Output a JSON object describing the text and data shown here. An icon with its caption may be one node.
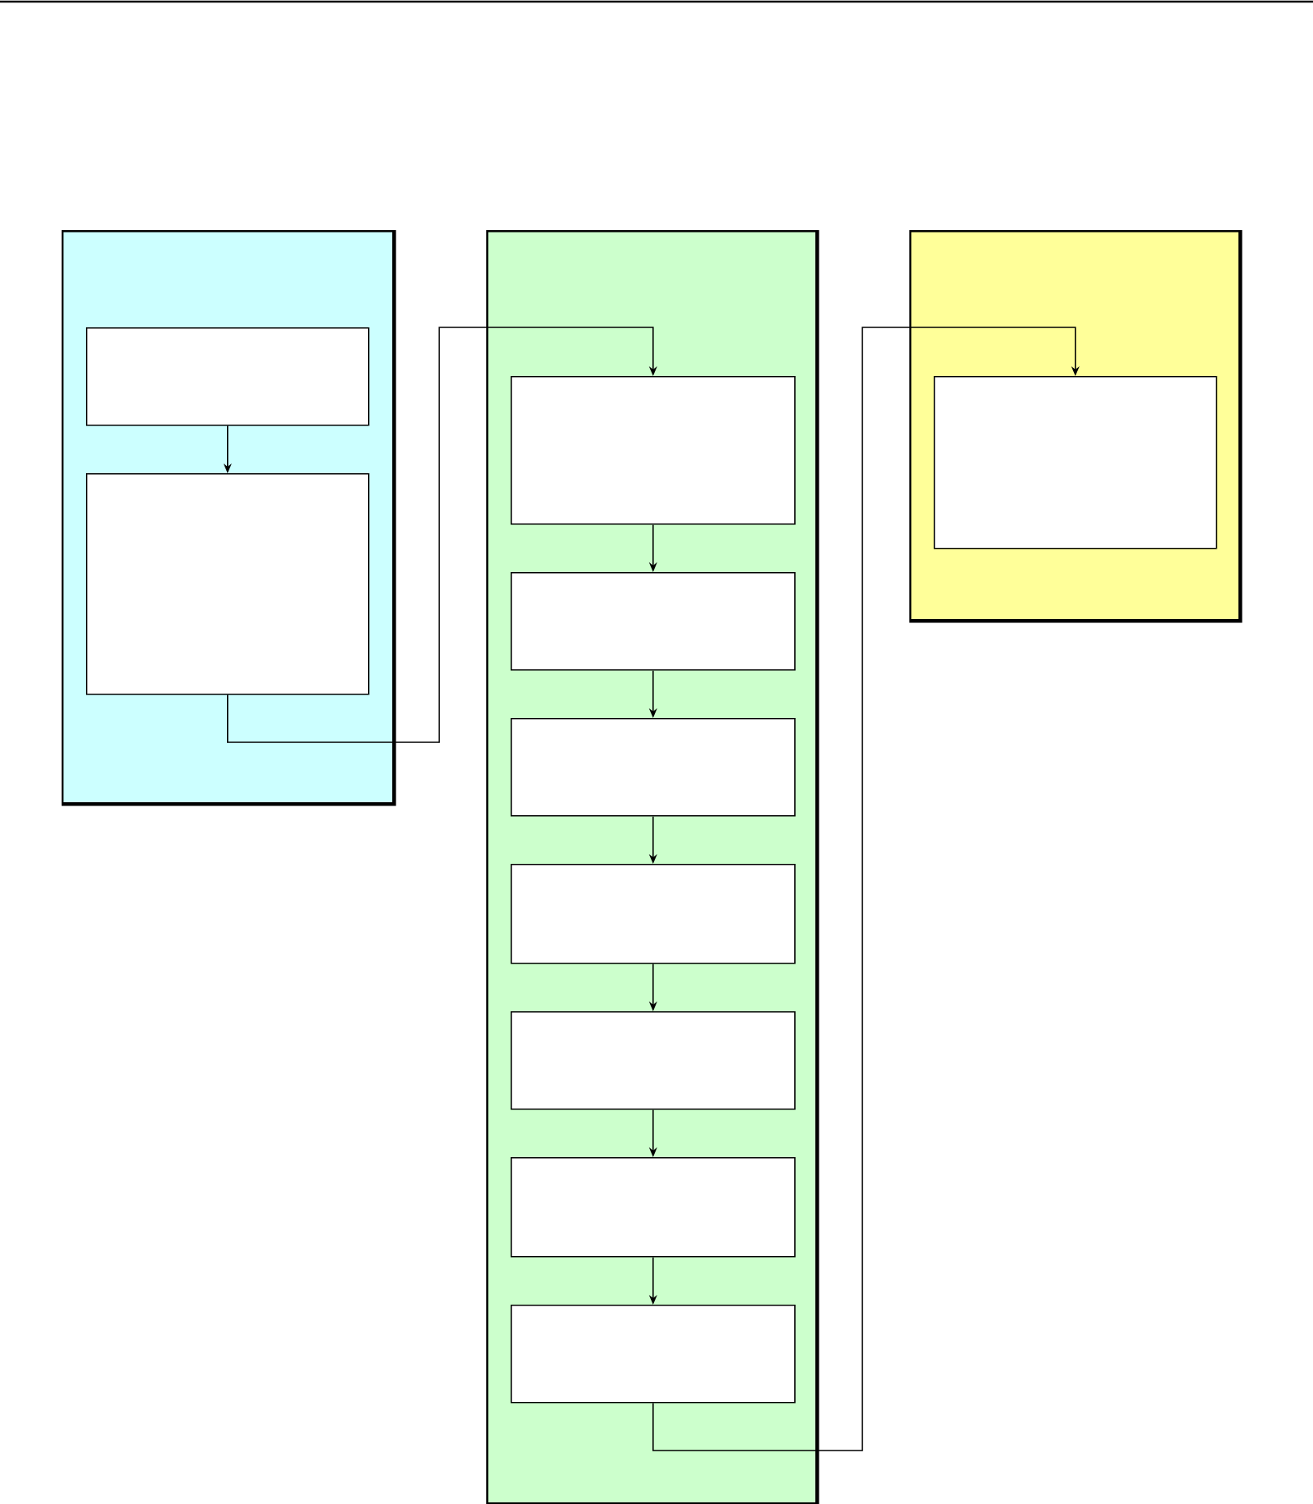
{
  "diagram": {
    "nodes": [
      {
        "text": [],
        "shape": "box"
      },
      {
        "text": [],
        "shape": "box",
        "in": 0
      },
      {
        "text": [],
        "shape": "box",
        "in": 0
      },
      {
        "text": [],
        "shape": "box"
      },
      {
        "text": [],
        "shape": "box",
        "in": 3
      },
      {
        "text": [],
        "shape": "box",
        "in": 3
      },
      {
        "text": [],
        "shape": "box",
        "in": 3
      },
      {
        "text": [],
        "shape": "box",
        "in": 3
      },
      {
        "text": [],
        "shape": "box",
        "in": 3
      },
      {
        "text": [],
        "shape": "box",
        "in": 3
      },
      {
        "text": [],
        "shape": "box",
        "in": 3
      },
      {
        "text": [],
        "shape": "box"
      },
      {
        "text": [],
        "shape": "box",
        "in": 11
      }
    ],
    "edges": [
      {
        "from": 1,
        "to": 2,
        "arrow": "to"
      },
      {
        "from": 2,
        "to": 4,
        "arrow": "to"
      },
      {
        "from": 4,
        "to": 5,
        "arrow": "to"
      },
      {
        "from": 5,
        "to": 6,
        "arrow": "to"
      },
      {
        "from": 6,
        "to": 7,
        "arrow": "to"
      },
      {
        "from": 7,
        "to": 8,
        "arrow": "to"
      },
      {
        "from": 8,
        "to": 9,
        "arrow": "to"
      },
      {
        "from": 9,
        "to": 10,
        "arrow": "to"
      },
      {
        "from": 10,
        "to": 12,
        "arrow": "to"
      }
    ]
  }
}
